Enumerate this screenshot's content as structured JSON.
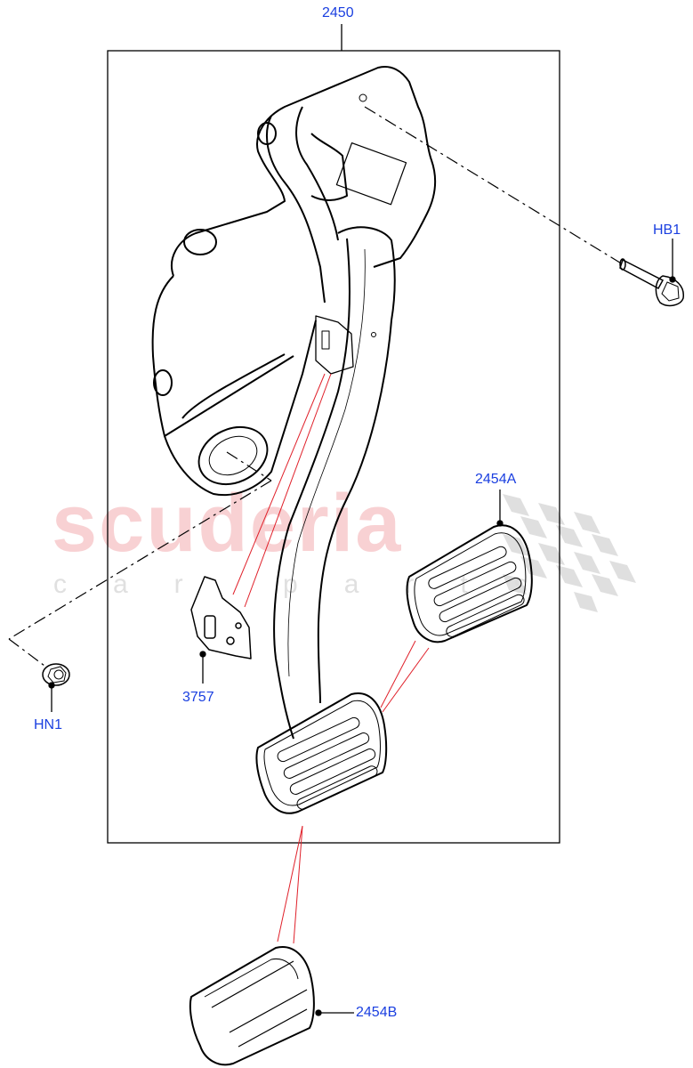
{
  "diagram": {
    "type": "exploded parts diagram",
    "subject": "Pedal box assembly with brake and accelerator pedal pads",
    "colors": {
      "callout_text": "#1a3fe0",
      "line_art": "#000000",
      "leader_lines_red": "#e0202a",
      "watermark_text": "#f7c9cc",
      "watermark_sub": "#e0e0e0",
      "checker": "#d9d9d9",
      "background": "#ffffff"
    },
    "watermark": {
      "main": "scuderia",
      "sub": "car parts"
    },
    "callouts": [
      {
        "id": "2450",
        "label": "2450",
        "part": "pedal box assembly (bracket frame)"
      },
      {
        "id": "HB1",
        "label": "HB1",
        "part": "flange bolt"
      },
      {
        "id": "HN1",
        "label": "HN1",
        "part": "flange nut"
      },
      {
        "id": "3757",
        "label": "3757",
        "part": "brake pedal switch bracket"
      },
      {
        "id": "2454A",
        "label": "2454A",
        "part": "pedal pad (upper)"
      },
      {
        "id": "2454B",
        "label": "2454B",
        "part": "pedal pad (lower)"
      }
    ]
  }
}
